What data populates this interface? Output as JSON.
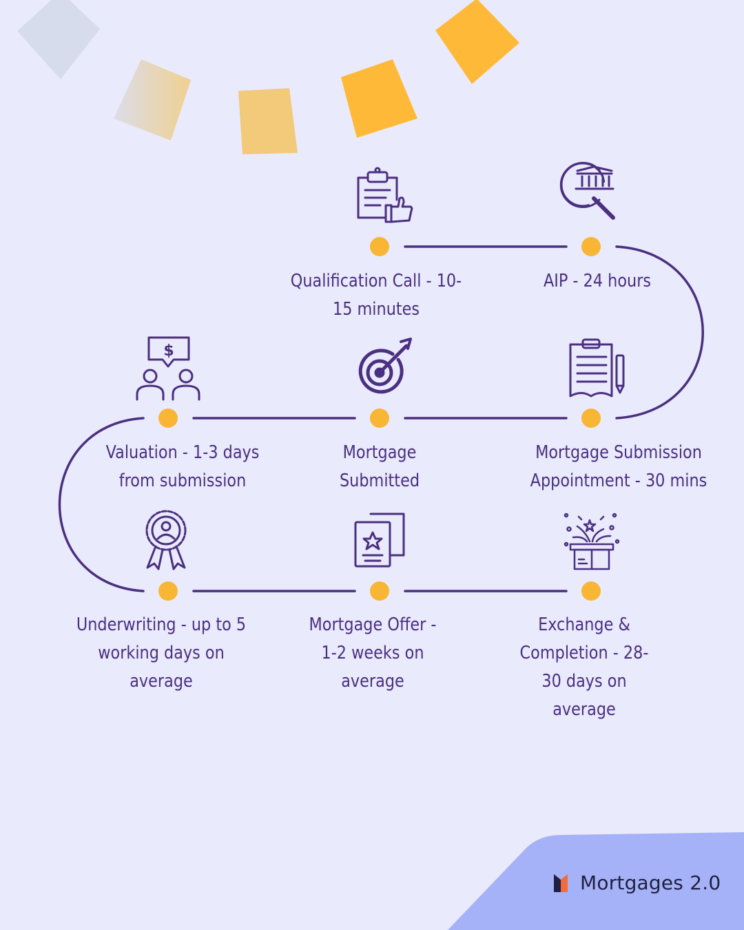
{
  "steps": [
    {
      "label": "Qualification Call - 10-\n15 minutes",
      "icon": "clipboard-thumbs-up-icon"
    },
    {
      "label": "AIP - 24 hours",
      "icon": "magnifier-bank-icon"
    },
    {
      "label": "Mortgage Submission\nAppointment - 30 mins",
      "icon": "clipboard-pencil-icon"
    },
    {
      "label": "Mortgage\nSubmitted",
      "icon": "target-arrow-icon"
    },
    {
      "label": "Valuation - 1-3 days\nfrom submission",
      "icon": "people-dollar-icon"
    },
    {
      "label": "Underwriting - up to 5\nworking days on\naverage",
      "icon": "award-badge-icon"
    },
    {
      "label": "Mortgage Offer -\n1-2 weeks  on\naverage",
      "icon": "star-certificate-icon"
    },
    {
      "label": "Exchange &\nCompletion - 28-\n30 days on\naverage",
      "icon": "gift-box-fireworks-icon"
    }
  ],
  "brand": {
    "name": "Mortgages 2.0",
    "icon": "m-logo-icon"
  },
  "colors": {
    "background": "#e9eafb",
    "line": "#4b2f80",
    "dot": "#f8b634",
    "accent_corner": "#a6b2f7",
    "logo_dark": "#1e2040",
    "logo_orange": "#f26b3a"
  }
}
